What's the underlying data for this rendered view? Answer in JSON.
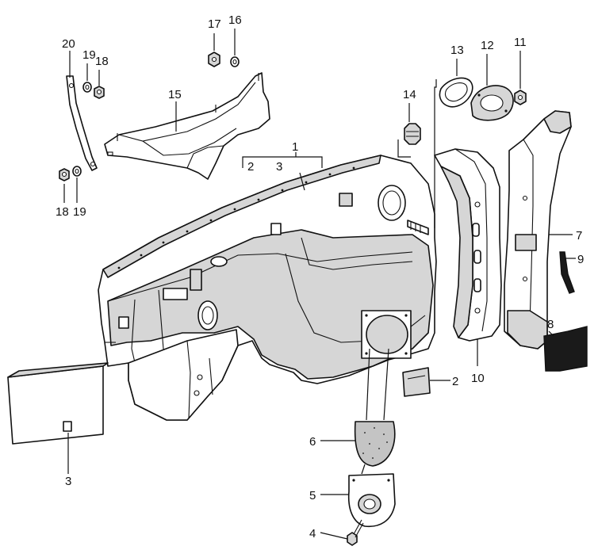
{
  "callouts": {
    "c1": "1",
    "c2_group": "2",
    "c3_group": "3",
    "c2": "2",
    "c3": "3",
    "c4": "4",
    "c5": "5",
    "c6": "6",
    "c7": "7",
    "c8": "8",
    "c9": "9",
    "c10": "10",
    "c11": "11",
    "c12": "12",
    "c13": "13",
    "c14": "14",
    "c15": "15",
    "c16": "16",
    "c17": "17",
    "c18_top": "18",
    "c19_top": "19",
    "c20": "20",
    "c18_bottom": "18",
    "c19_bottom": "19"
  },
  "colors": {
    "line": "#111111",
    "fill": "#ffffff",
    "shade": "#d6d6d6",
    "dark": "#1a1a1a"
  }
}
